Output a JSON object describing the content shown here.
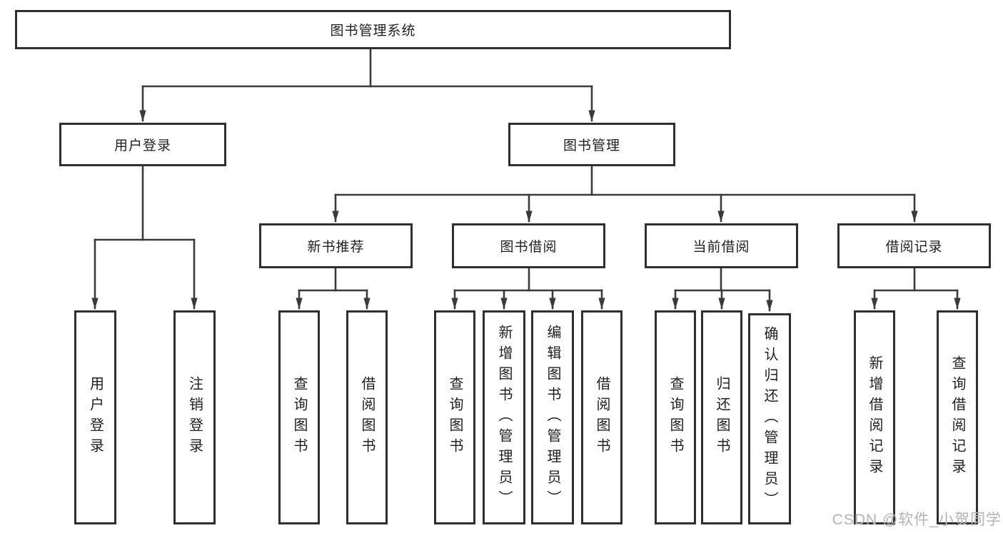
{
  "diagram": {
    "root": {
      "label": "图书管理系统"
    },
    "branches": [
      {
        "label": "用户登录",
        "children": [
          {
            "label": "用户登录"
          },
          {
            "label": "注销登录"
          }
        ]
      },
      {
        "label": "图书管理",
        "children": [
          {
            "label": "新书推荐",
            "children": [
              {
                "label": "查询图书"
              },
              {
                "label": "借阅图书"
              }
            ]
          },
          {
            "label": "图书借阅",
            "children": [
              {
                "label": "查询图书"
              },
              {
                "label": "新增图书（管理员）"
              },
              {
                "label": "编辑图书（管理员）"
              },
              {
                "label": "借阅图书"
              }
            ]
          },
          {
            "label": "当前借阅",
            "children": [
              {
                "label": "查询图书"
              },
              {
                "label": "归还图书"
              },
              {
                "label": "确认归还（管理员）"
              }
            ]
          },
          {
            "label": "借阅记录",
            "children": [
              {
                "label": "新增借阅记录"
              },
              {
                "label": "查询借阅记录"
              }
            ]
          }
        ]
      }
    ]
  },
  "watermark": {
    "text": "CSDN @软件_小贺同学"
  },
  "colors": {
    "line": "#3a3a3a",
    "box_border": "#2f2f2f",
    "text": "#1f1f1f",
    "background": "#ffffff",
    "watermark": "#b9b9b9"
  }
}
